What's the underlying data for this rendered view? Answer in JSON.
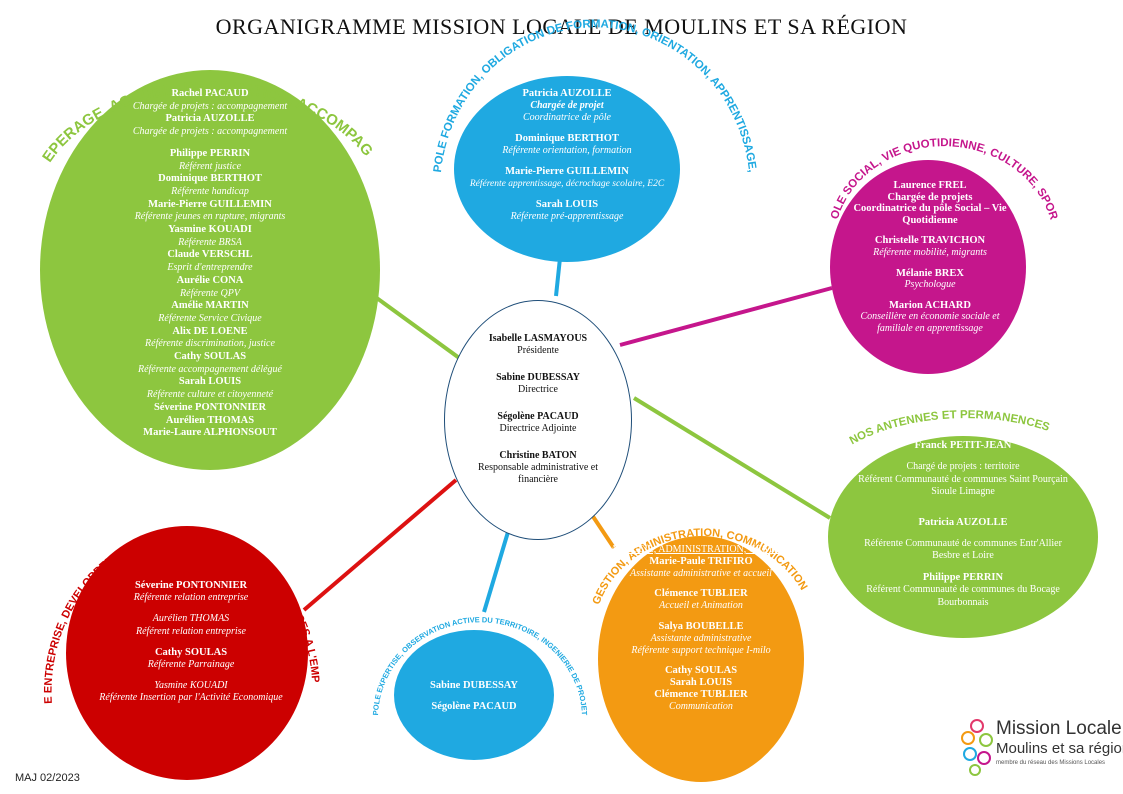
{
  "title": "ORGANIGRAMME MISSION LOCALE DE MOULINS ET SA RÉGION",
  "footer": {
    "maj": "MAJ 02/2023"
  },
  "logo": {
    "title": "Mission Locale",
    "subtitle": "Moulins et sa région",
    "tagline": "membre du réseau des Missions Locales"
  },
  "colors": {
    "green": "#8DC63F",
    "blue": "#1FA9E1",
    "magenta": "#C5168C",
    "red": "#CC0000",
    "orange": "#F39A12"
  },
  "center": {
    "people": [
      {
        "name": "Isabelle LASMAYOUS",
        "role": "Présidente"
      },
      {
        "name": "Sabine DUBESSAY",
        "role": "Directrice"
      },
      {
        "name": "Ségolène PACAUD",
        "role": "Directrice Adjointe"
      },
      {
        "name": "Christine BATON",
        "role": "Responsable administrative et financière"
      }
    ]
  },
  "poles": {
    "reperage": {
      "label": "POLE REPERAGE, ACCUEIL, INFORMATION, ACCOMPAGNEMENT",
      "people": [
        {
          "name": "Rachel PACAUD",
          "role": "Chargée de projets :  accompagnement"
        },
        {
          "name": "Patricia AUZOLLE",
          "role": "Chargée de projets :  accompagnement"
        },
        {
          "name": "Philippe PERRIN",
          "role": "Référent justice"
        },
        {
          "name": "Dominique BERTHOT",
          "role": "Référente handicap"
        },
        {
          "name": "Marie-Pierre GUILLEMIN",
          "role": "Référente jeunes en rupture, migrants"
        },
        {
          "name": "Yasmine KOUADI",
          "role": "Référente BRSA"
        },
        {
          "name": "Claude VERSCHL",
          "role": "Esprit d'entreprendre"
        },
        {
          "name": "Aurélie CONA",
          "role": "Référente QPV"
        },
        {
          "name": "Amélie MARTIN",
          "role": "Référente Service Civique"
        },
        {
          "name": "Alix DE LOENE",
          "role": "Référente discrimination, justice"
        },
        {
          "name": "Cathy SOULAS",
          "role": "Référente accompagnement délégué"
        },
        {
          "name": "Sarah LOUIS",
          "role": "Référente culture et citoyenneté"
        },
        {
          "name": "Séverine PONTONNIER",
          "role": ""
        },
        {
          "name": "Aurélien THOMAS",
          "role": ""
        },
        {
          "name": "Marie-Laure ALPHONSOUT",
          "role": ""
        }
      ]
    },
    "formation": {
      "label": "POLE FORMATION, OBLIGATION DE FORMATION, ORIENTATION, APPRENTISSAGE,",
      "people": [
        {
          "name": "Patricia AUZOLLE",
          "role": "Chargée de projet",
          "role2": "Coordinatrice de pôle"
        },
        {
          "name": "Dominique BERTHOT",
          "role": "Référente orientation, formation"
        },
        {
          "name": "Marie-Pierre GUILLEMIN",
          "role": "Référente apprentissage, décrochage scolaire, E2C"
        },
        {
          "name": "Sarah LOUIS",
          "role": "Référente pré-apprentissage"
        }
      ]
    },
    "social": {
      "label": "POLE SOCIAL, VIE QUOTIDIENNE, CULTURE, SPORT",
      "people": [
        {
          "name": "Laurence FREL",
          "role": "Chargée de projets",
          "role2": "Coordinatrice du pôle Social – Vie Quotidienne"
        },
        {
          "name": "Christelle TRAVICHON",
          "role": "Référente mobilité, migrants"
        },
        {
          "name": "Mélanie BREX",
          "role": "Psychologue"
        },
        {
          "name": "Marion ACHARD",
          "role": "Conseillère en économie sociale et familiale en apprentissage"
        }
      ]
    },
    "antennes": {
      "label": "NOS ANTENNES ET PERMANENCES",
      "people": [
        {
          "name": "Franck PETIT-JEAN",
          "role": "Chargé de projets : territoire",
          "role2": "Référent Communauté de communes Saint Pourçain Sioule Limagne"
        },
        {
          "name": "Patricia AUZOLLE",
          "role": "Référente Communauté de communes Entr'Allier Besbre et Loire"
        },
        {
          "name": "Philippe PERRIN",
          "role": "Référent Communauté de communes du Bocage Bourbonnais"
        }
      ]
    },
    "entreprise": {
      "label": "POLE ENTREPRISE, DEVELOPPEMENT D'ACTIONS POUR FAVORISER L'ACCES A L'EMPLOI",
      "people": [
        {
          "name": "Séverine PONTONNIER",
          "role": "Référente relation entreprise"
        },
        {
          "name": "Aurélien THOMAS",
          "role": "Référent relation entreprise"
        },
        {
          "name": "Cathy SOULAS",
          "role": "Référente Parrainage"
        },
        {
          "name": "Yasmine KOUADI",
          "role": "Référente Insertion par l'Activité Economique"
        }
      ]
    },
    "expertise": {
      "label": "POLE EXPERTISE, OBSERVATION ACTIVE DU TERRITOIRE, INGENIERIE DE PROJET",
      "people": [
        {
          "name": "Sabine DUBESSAY"
        },
        {
          "name": "Ségolène PACAUD"
        }
      ]
    },
    "gestion": {
      "label": "GESTION, ADMINISTRATION, COMMUNICATION",
      "sub_heading": "ACCUEIL, ADMINISTRATION, GESTION",
      "people": [
        {
          "name": "Marie-Paule TRIFIRO",
          "role": "Assistante administrative et accueil"
        },
        {
          "name": "Clémence TUBLIER",
          "role": "Accueil et Animation"
        },
        {
          "name": "Salya BOUBELLE",
          "role": "Assistante administrative",
          "role2": "Référente support technique I-milo"
        },
        {
          "name": "Cathy SOULAS",
          "name2": "Sarah LOUIS",
          "name3": "Clémence TUBLIER",
          "role": "Communication"
        }
      ]
    }
  }
}
